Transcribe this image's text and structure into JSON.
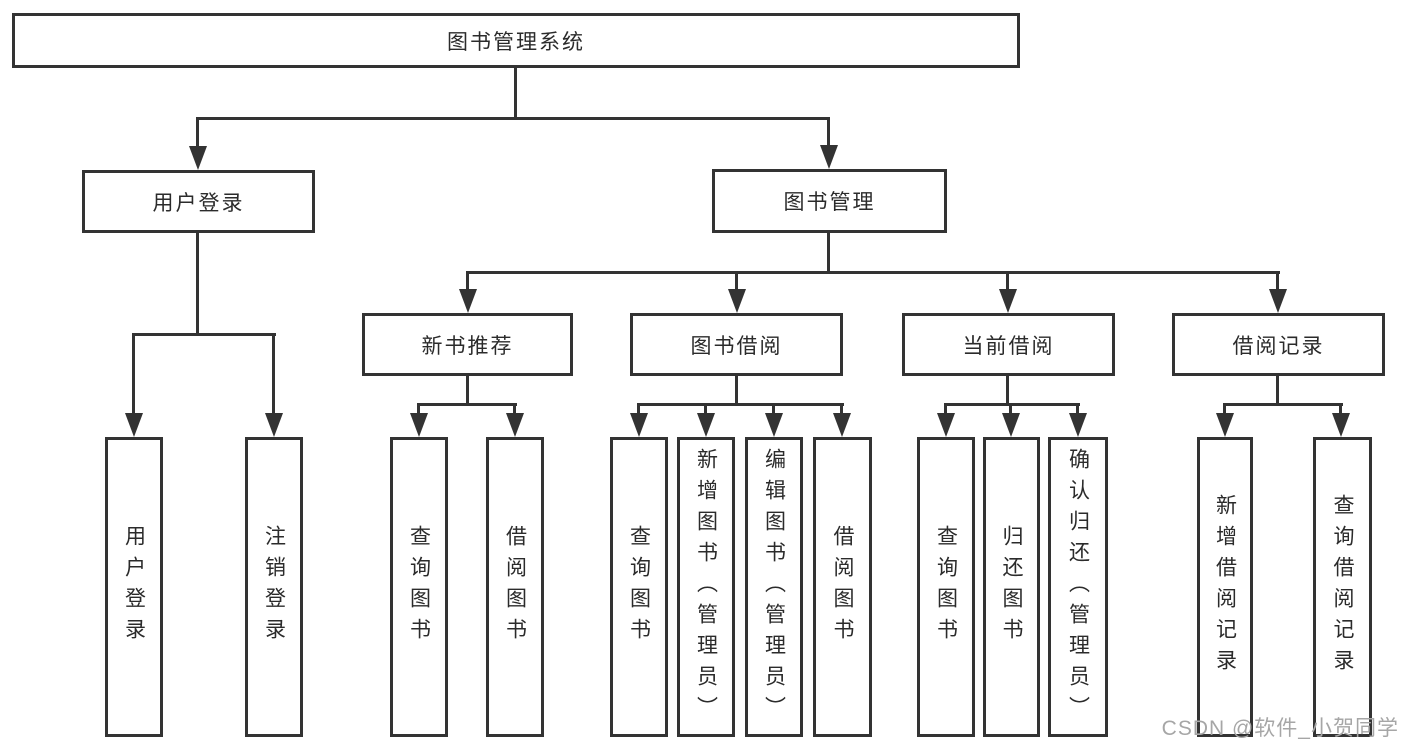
{
  "diagram": {
    "title": "图书管理系统",
    "root": {
      "label": "图书管理系统",
      "children": [
        {
          "label": "用户登录",
          "children": [
            {
              "label": "用户登录"
            },
            {
              "label": "注销登录"
            }
          ]
        },
        {
          "label": "图书管理",
          "children": [
            {
              "label": "新书推荐",
              "children": [
                {
                  "label": "查询图书"
                },
                {
                  "label": "借阅图书"
                }
              ]
            },
            {
              "label": "图书借阅",
              "children": [
                {
                  "label": "查询图书"
                },
                {
                  "label": "新增图书（管理员）"
                },
                {
                  "label": "编辑图书（管理员）"
                },
                {
                  "label": "借阅图书"
                }
              ]
            },
            {
              "label": "当前借阅",
              "children": [
                {
                  "label": "查询图书"
                },
                {
                  "label": "归还图书"
                },
                {
                  "label": "确认归还（管理员）"
                }
              ]
            },
            {
              "label": "借阅记录",
              "children": [
                {
                  "label": "新增借阅记录"
                },
                {
                  "label": "查询借阅记录"
                }
              ]
            }
          ]
        }
      ]
    },
    "colors": {
      "line": "#333333",
      "box_border": "#333333",
      "text": "#2b2b2b",
      "background": "#ffffff",
      "watermark": "#a6a6a6"
    }
  },
  "watermark": {
    "text": "CSDN @软件_小贺同学"
  }
}
